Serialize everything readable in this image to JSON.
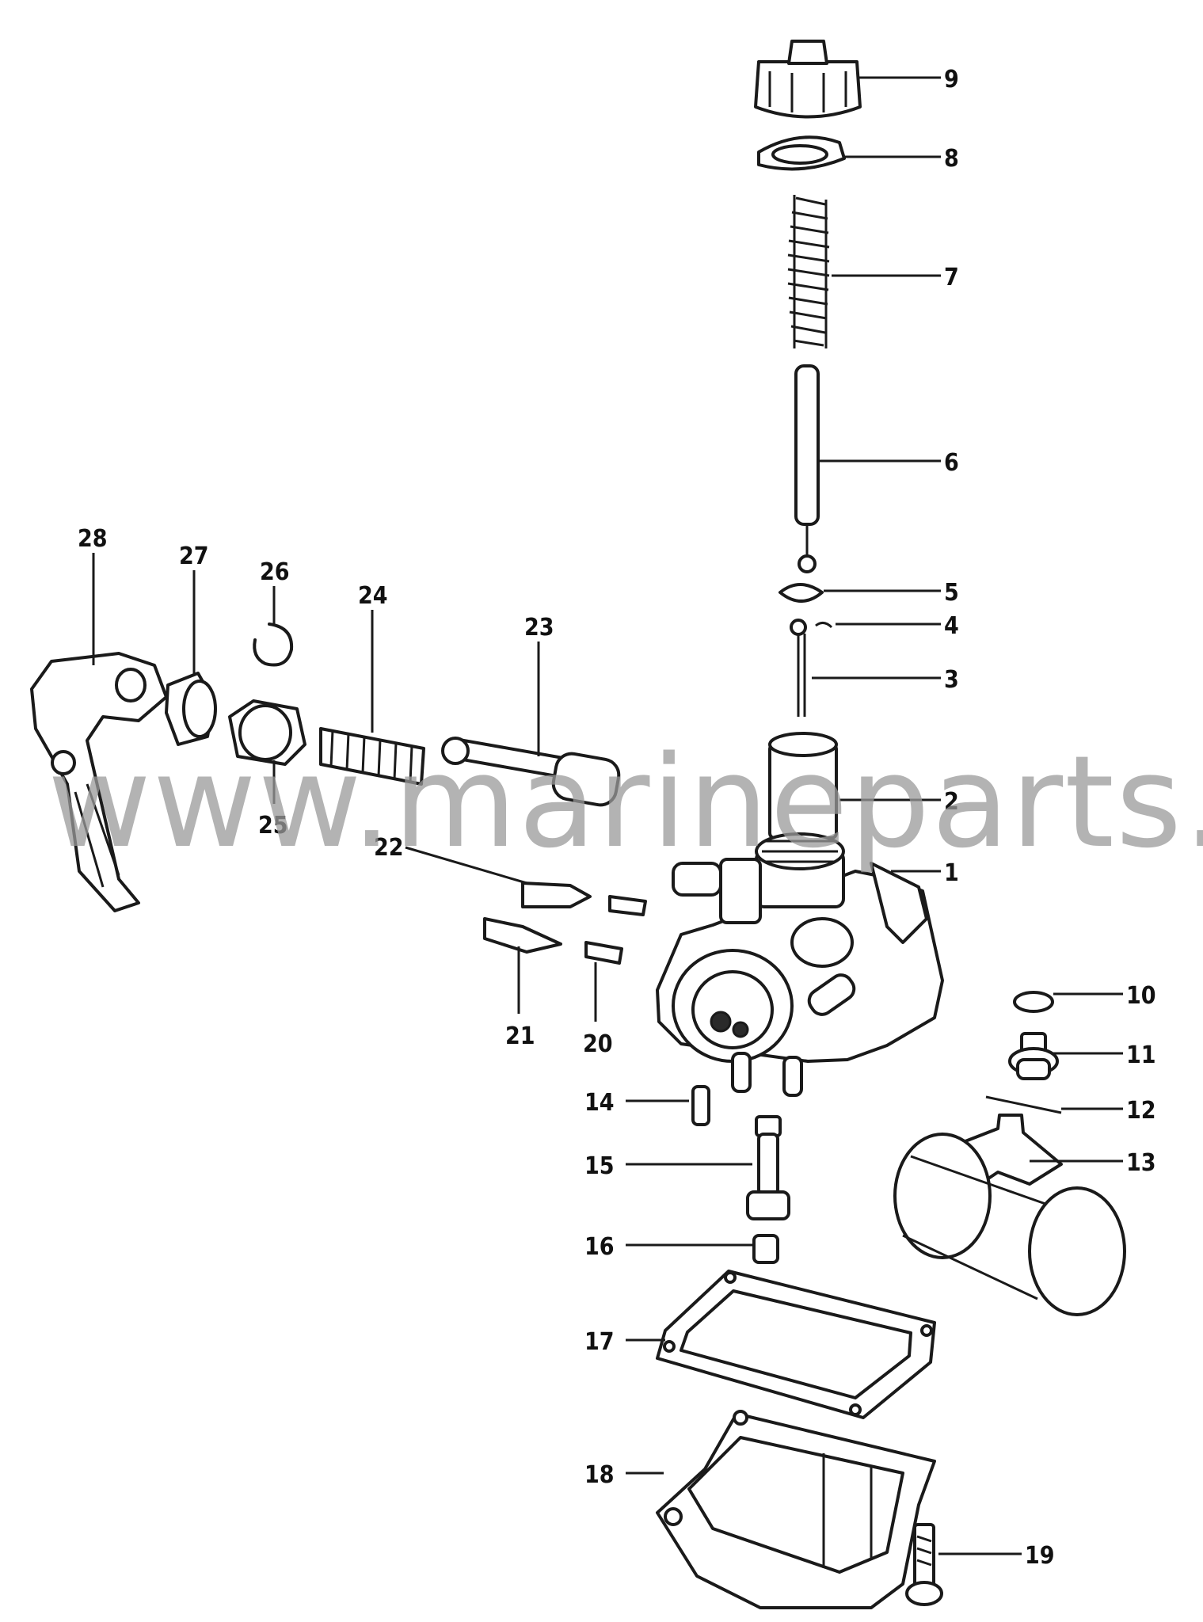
{
  "watermark": "www.marineparts.eu",
  "callouts": [
    {
      "id": "1",
      "label": "1"
    },
    {
      "id": "2",
      "label": "2"
    },
    {
      "id": "3",
      "label": "3"
    },
    {
      "id": "4",
      "label": "4"
    },
    {
      "id": "5",
      "label": "5"
    },
    {
      "id": "6",
      "label": "6"
    },
    {
      "id": "7",
      "label": "7"
    },
    {
      "id": "8",
      "label": "8"
    },
    {
      "id": "9",
      "label": "9"
    },
    {
      "id": "10",
      "label": "10"
    },
    {
      "id": "11",
      "label": "11"
    },
    {
      "id": "12",
      "label": "12"
    },
    {
      "id": "13",
      "label": "13"
    },
    {
      "id": "14",
      "label": "14"
    },
    {
      "id": "15",
      "label": "15"
    },
    {
      "id": "16",
      "label": "16"
    },
    {
      "id": "17",
      "label": "17"
    },
    {
      "id": "18",
      "label": "18"
    },
    {
      "id": "19",
      "label": "19"
    },
    {
      "id": "20",
      "label": "20"
    },
    {
      "id": "21",
      "label": "21"
    },
    {
      "id": "22",
      "label": "22"
    },
    {
      "id": "23",
      "label": "23"
    },
    {
      "id": "24",
      "label": "24"
    },
    {
      "id": "25",
      "label": "25"
    },
    {
      "id": "26",
      "label": "26"
    },
    {
      "id": "27",
      "label": "27"
    },
    {
      "id": "28",
      "label": "28"
    }
  ]
}
